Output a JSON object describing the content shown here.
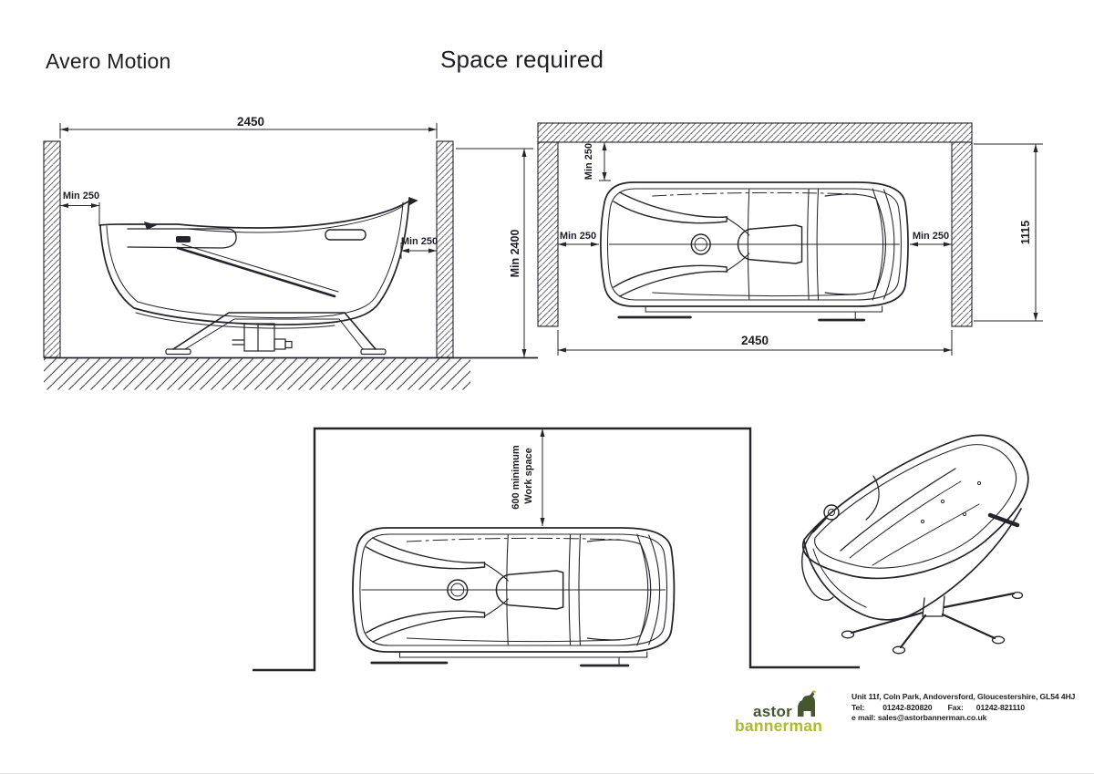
{
  "page": {
    "product_title": "Avero Motion",
    "page_title": "Space required"
  },
  "dims": {
    "side_elevation": {
      "overall_width": "2450",
      "gap_left": "Min 250",
      "gap_right": "Min 250",
      "min_height": "Min 2400"
    },
    "plan_alcove": {
      "gap_top": "Min 250",
      "gap_left": "Min 250",
      "gap_right": "Min 250",
      "depth": "1115",
      "overall_width": "2450"
    },
    "plan_workspace": {
      "line1": "600 minimum",
      "line2": "Work space"
    }
  },
  "footer": {
    "logo_astor": "astor",
    "logo_bannerman": "bannerman",
    "address": "Unit 11f, Coln Park, Andoversford, Gloucestershire, GL54 4HJ",
    "tel_label": "Tel:",
    "tel": "01242-820820",
    "fax_label": "Fax:",
    "fax": "01242-821110",
    "email_label": "e mail:",
    "email": "sales@astorbannerman.co.uk"
  },
  "colors": {
    "line": "#24242b",
    "hatch": "#55555d",
    "logo_dark": "#47562e",
    "logo_lime": "#aebc2b"
  }
}
